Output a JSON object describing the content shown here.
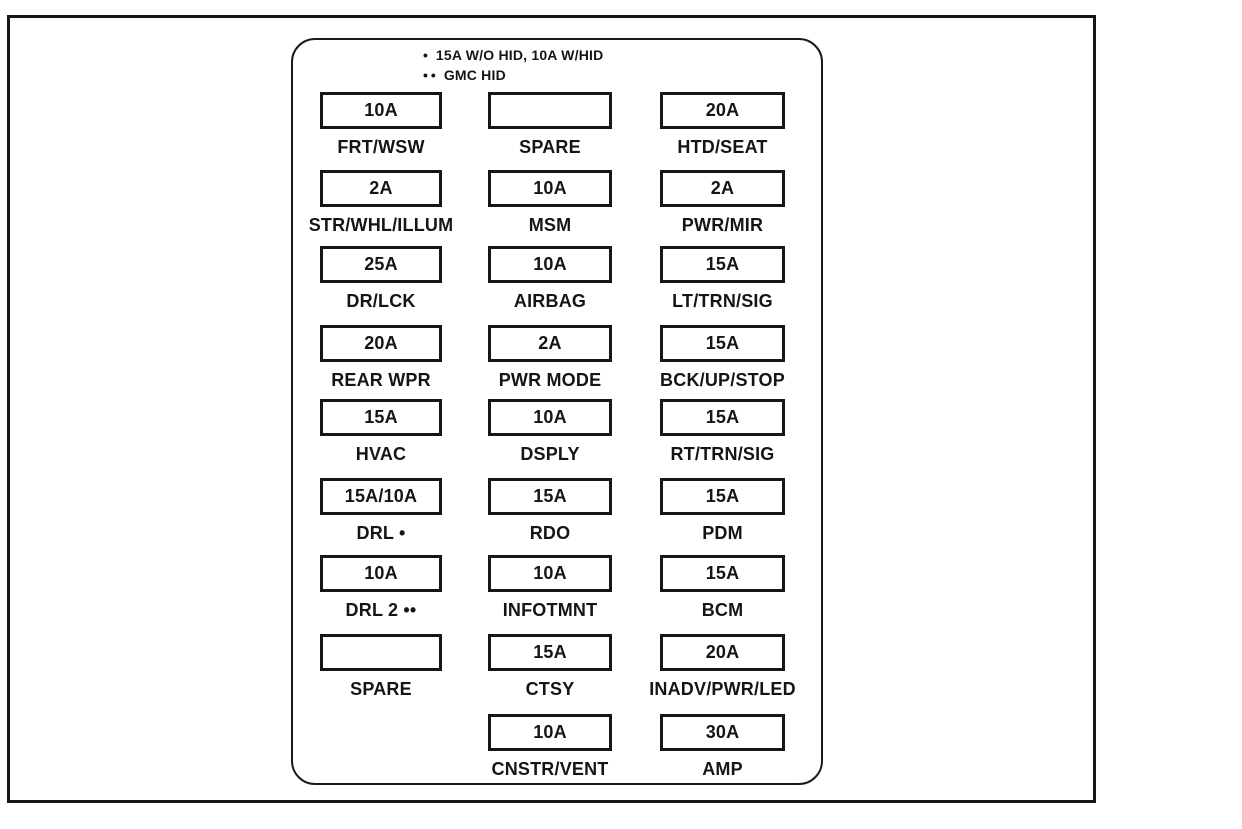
{
  "colors": {
    "ink": "#161616",
    "background": "#ffffff"
  },
  "figure": {
    "legend_lines": [
      {
        "marker": "•",
        "text": "15A W/O HID, 10A W/HID"
      },
      {
        "marker": "••",
        "text": "GMC HID"
      }
    ],
    "grid": {
      "columns": 3,
      "rows": [
        {
          "cells": [
            {
              "amp": "10A",
              "label": "FRT/WSW"
            },
            {
              "amp": "",
              "label": "SPARE"
            },
            {
              "amp": "20A",
              "label": "HTD/SEAT"
            }
          ]
        },
        {
          "cells": [
            {
              "amp": "2A",
              "label": "STR/WHL/ILLUM"
            },
            {
              "amp": "10A",
              "label": "MSM"
            },
            {
              "amp": "2A",
              "label": "PWR/MIR"
            }
          ]
        },
        {
          "cells": [
            {
              "amp": "25A",
              "label": "DR/LCK"
            },
            {
              "amp": "10A",
              "label": "AIRBAG"
            },
            {
              "amp": "15A",
              "label": "LT/TRN/SIG"
            }
          ]
        },
        {
          "cells": [
            {
              "amp": "20A",
              "label": "REAR WPR"
            },
            {
              "amp": "2A",
              "label": "PWR MODE"
            },
            {
              "amp": "15A",
              "label": "BCK/UP/STOP"
            }
          ]
        },
        {
          "cells": [
            {
              "amp": "15A",
              "label": "HVAC"
            },
            {
              "amp": "10A",
              "label": "DSPLY"
            },
            {
              "amp": "15A",
              "label": "RT/TRN/SIG"
            }
          ]
        },
        {
          "cells": [
            {
              "amp": "15A/10A",
              "label": "DRL •"
            },
            {
              "amp": "15A",
              "label": "RDO"
            },
            {
              "amp": "15A",
              "label": "PDM"
            }
          ]
        },
        {
          "cells": [
            {
              "amp": "10A",
              "label": "DRL 2 ••"
            },
            {
              "amp": "10A",
              "label": "INFOTMNT"
            },
            {
              "amp": "15A",
              "label": "BCM"
            }
          ]
        },
        {
          "cells": [
            {
              "amp": "",
              "label": "SPARE"
            },
            {
              "amp": "15A",
              "label": "CTSY"
            },
            {
              "amp": "20A",
              "label": "INADV/PWR/LED"
            }
          ]
        },
        {
          "cells": [
            null,
            {
              "amp": "10A",
              "label": "CNSTR/VENT"
            },
            {
              "amp": "30A",
              "label": "AMP"
            }
          ]
        }
      ]
    }
  }
}
